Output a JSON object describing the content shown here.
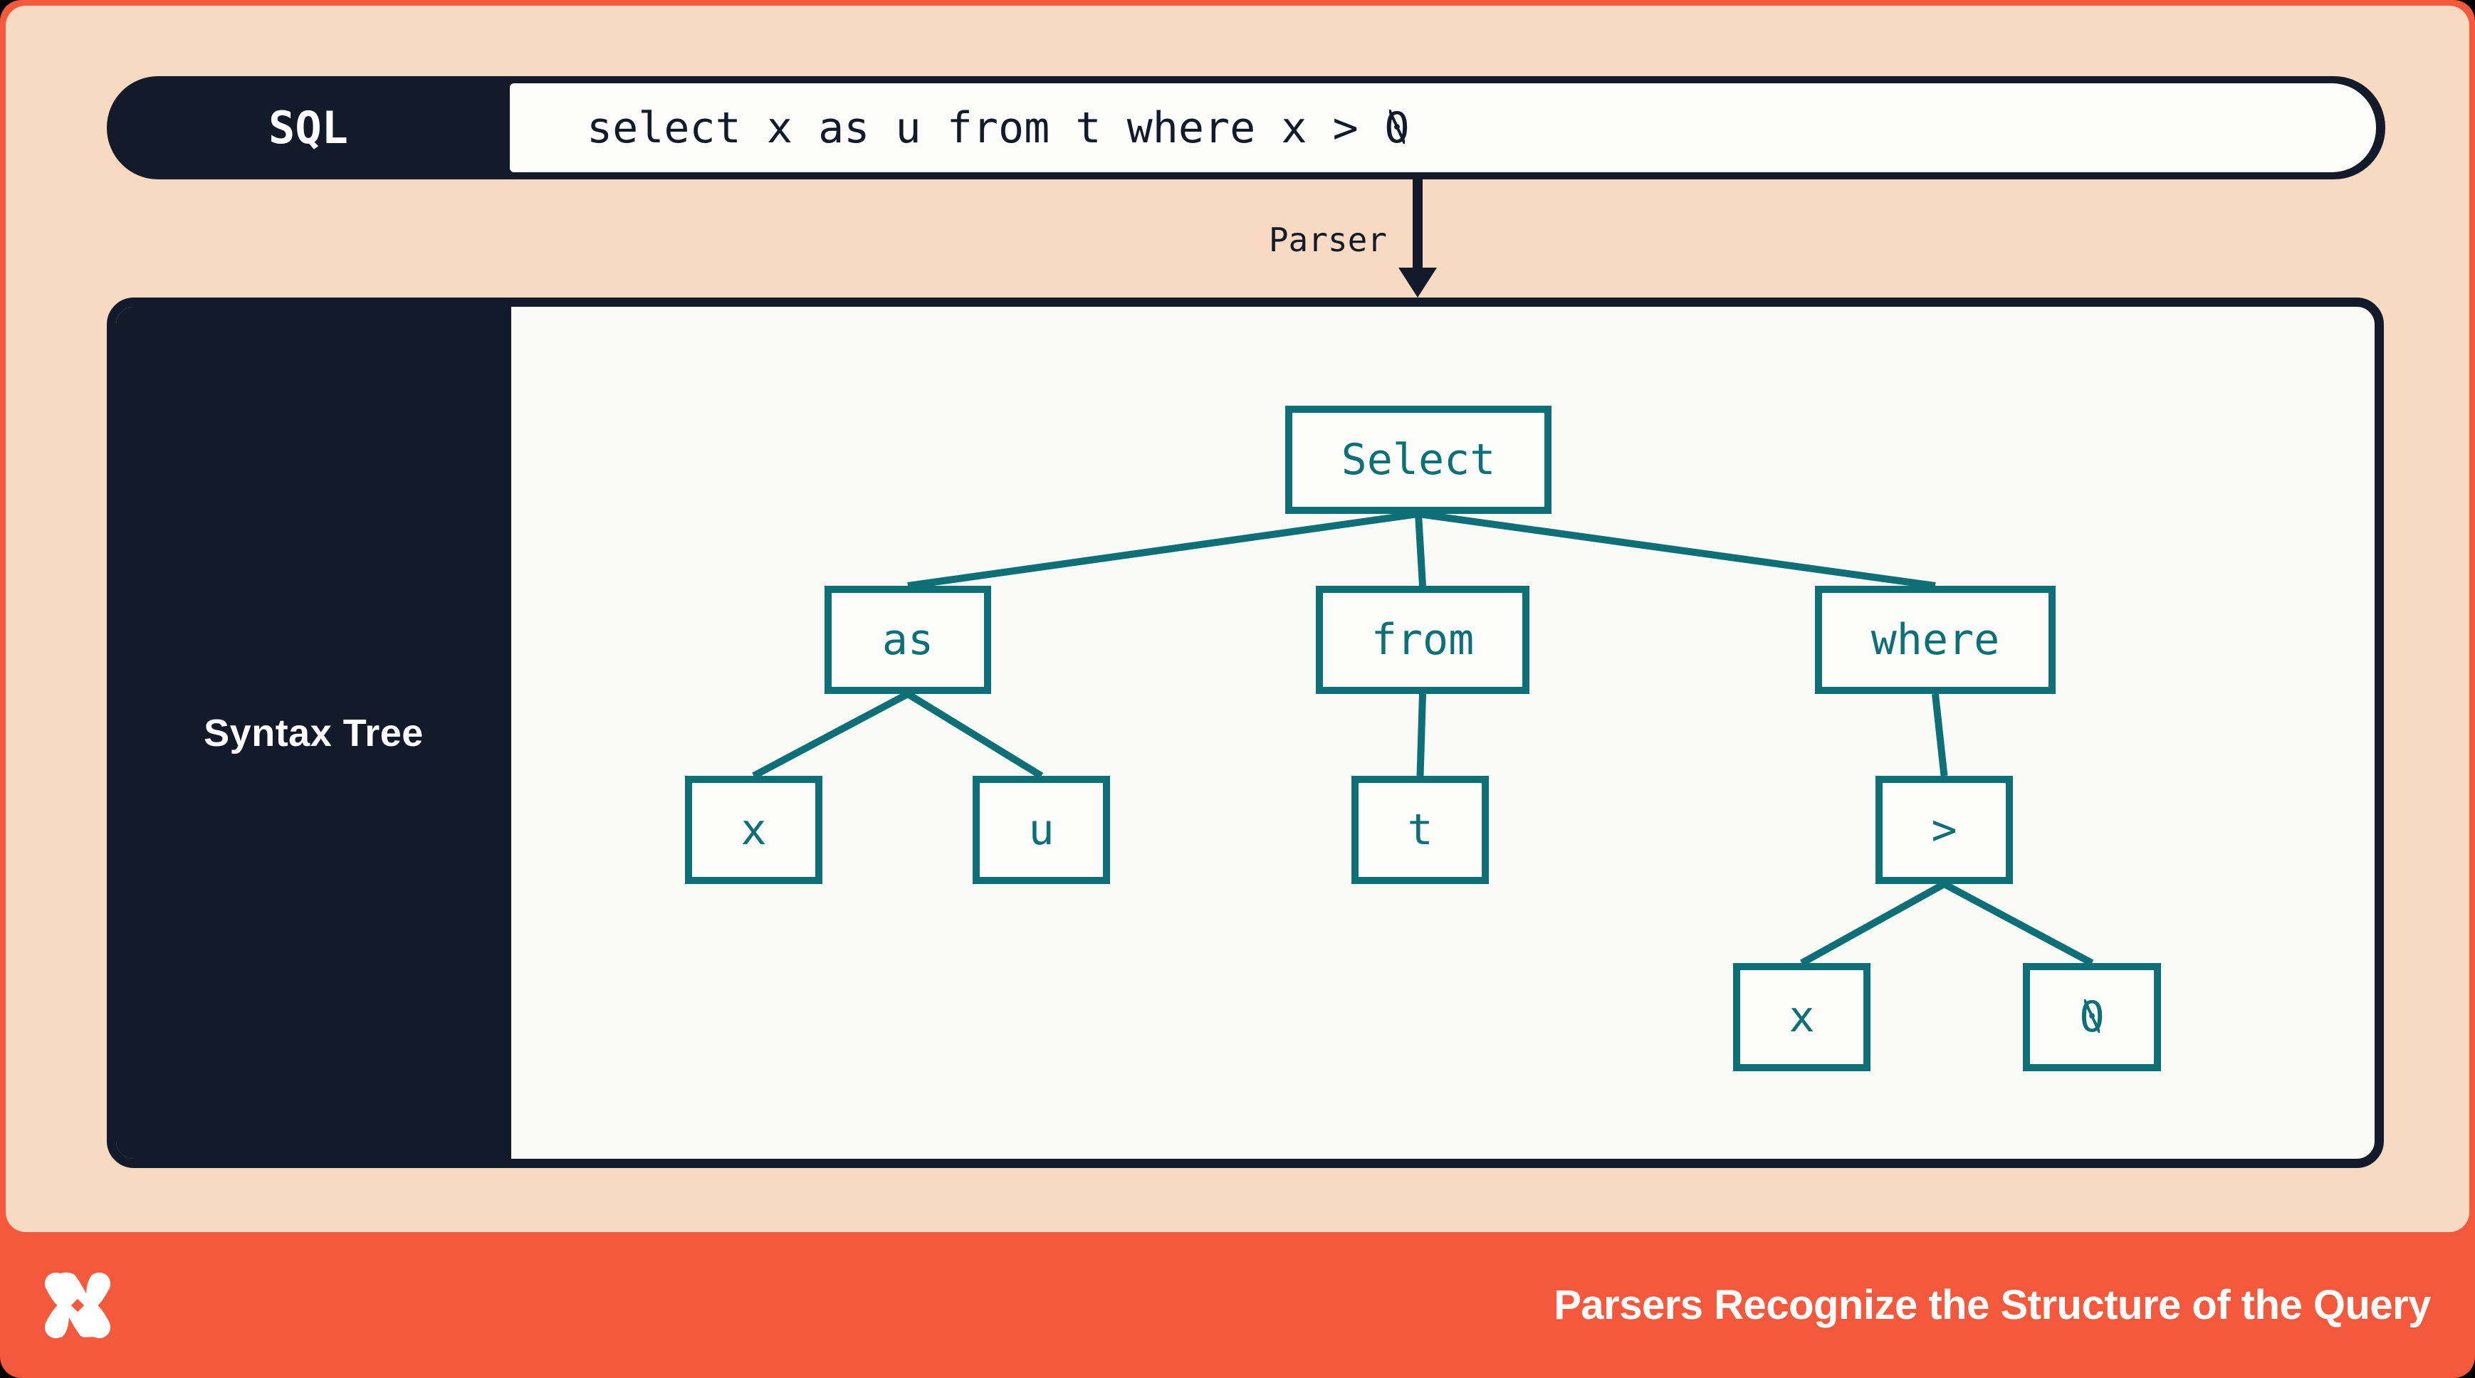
{
  "colors": {
    "orange": "#f4593d",
    "peach": "#f8d9c1",
    "navy": "#131a29",
    "teal": "#0e7076",
    "offwhite": "#fafaf7"
  },
  "sql_bar": {
    "label": "SQL",
    "query_prefix": "select x as u from t where x > ",
    "query_zero": "0"
  },
  "parser": {
    "label": "Parser",
    "arrow_icon": "arrow-down"
  },
  "syntax_tree": {
    "label": "Syntax Tree",
    "nodes": [
      {
        "id": "select",
        "label": "Select"
      },
      {
        "id": "as",
        "label": "as"
      },
      {
        "id": "from",
        "label": "from"
      },
      {
        "id": "where",
        "label": "where"
      },
      {
        "id": "x1",
        "label": "x"
      },
      {
        "id": "u",
        "label": "u"
      },
      {
        "id": "t",
        "label": "t"
      },
      {
        "id": "gt",
        "label": ">"
      },
      {
        "id": "x2",
        "label": "x"
      },
      {
        "id": "zero",
        "label": "0",
        "slashed": true
      }
    ],
    "edges": [
      [
        "select",
        "as"
      ],
      [
        "select",
        "from"
      ],
      [
        "select",
        "where"
      ],
      [
        "as",
        "x1"
      ],
      [
        "as",
        "u"
      ],
      [
        "from",
        "t"
      ],
      [
        "where",
        "gt"
      ],
      [
        "gt",
        "x2"
      ],
      [
        "gt",
        "zero"
      ]
    ]
  },
  "footer": {
    "title": "Parsers Recognize the Structure of the Query",
    "logo_icon": "dbt-logo"
  }
}
